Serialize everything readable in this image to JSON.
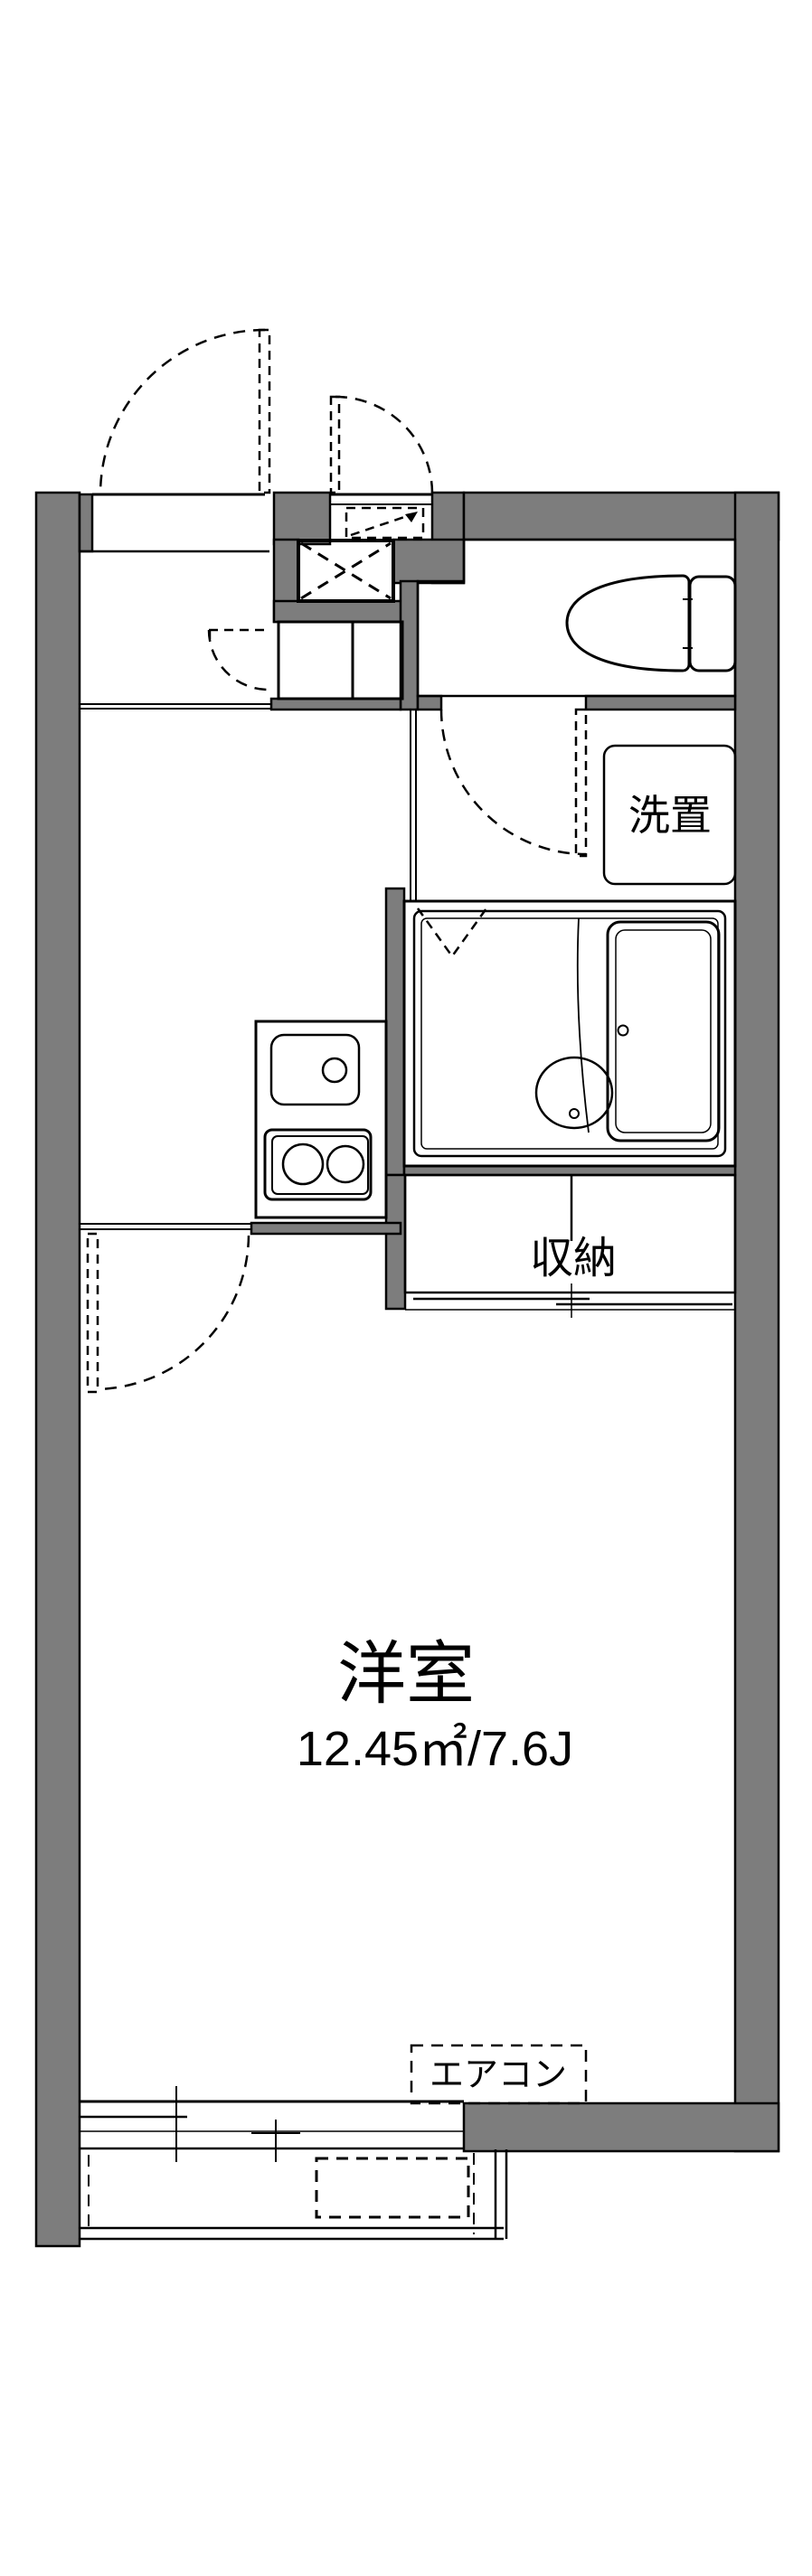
{
  "floorplan": {
    "labels": {
      "western_room": "洋室",
      "western_room_area": "12.45㎡/7.6J",
      "closet": "収納",
      "laundry": "洗置",
      "aircon": "エアコン"
    },
    "colors": {
      "wall_gray": "#7d7d7d",
      "water_area_blue": "#dce8f8",
      "closet_cream": "#fbf0dc",
      "line_black": "#000000",
      "background_white": "#ffffff"
    },
    "fixture_icons": [
      "toilet-icon",
      "toilet-tank-icon",
      "bathtub-icon",
      "wash-basin-icon",
      "kitchen-sink-icon",
      "faucet-icon",
      "two-burner-stove-icon",
      "shoe-cabinet-icon",
      "meter-box-icon",
      "trunk-storage-icon",
      "door-swing-icon",
      "folding-bath-door-icon",
      "sliding-window-icon",
      "balcony-icon",
      "air-conditioner-slot-icon"
    ]
  }
}
